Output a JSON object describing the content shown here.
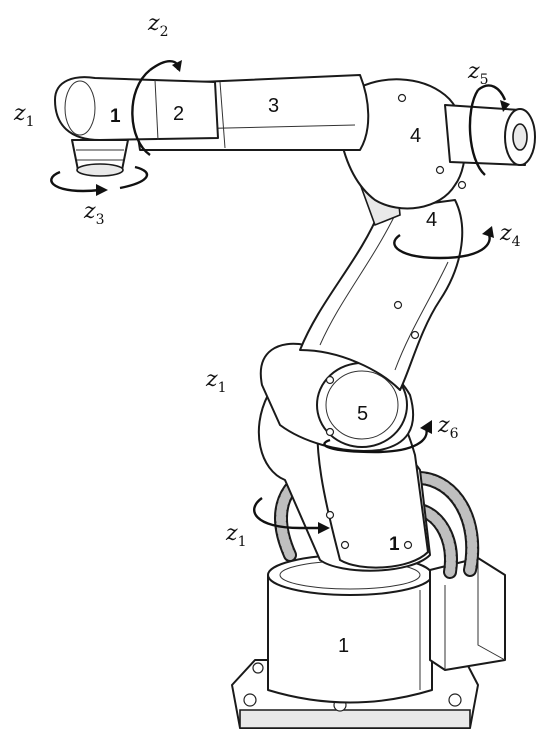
{
  "axes": [
    {
      "id": "z1_top",
      "letter": "z",
      "sub": "1"
    },
    {
      "id": "z2",
      "letter": "z",
      "sub": "2"
    },
    {
      "id": "z3",
      "letter": "z",
      "sub": "3"
    },
    {
      "id": "z5",
      "letter": "z",
      "sub": "5"
    },
    {
      "id": "z4",
      "letter": "z",
      "sub": "4"
    },
    {
      "id": "z1_mid",
      "letter": "z",
      "sub": "1"
    },
    {
      "id": "z6",
      "letter": "z",
      "sub": "6"
    },
    {
      "id": "z1_low",
      "letter": "z",
      "sub": "1"
    }
  ],
  "link_labels": {
    "tool_1": "1",
    "link_2": "2",
    "link_3": "3",
    "wrist_4_top": "4",
    "wrist_4_mid": "4",
    "link_5": "5",
    "waist_1": "1",
    "base_1": "1"
  }
}
